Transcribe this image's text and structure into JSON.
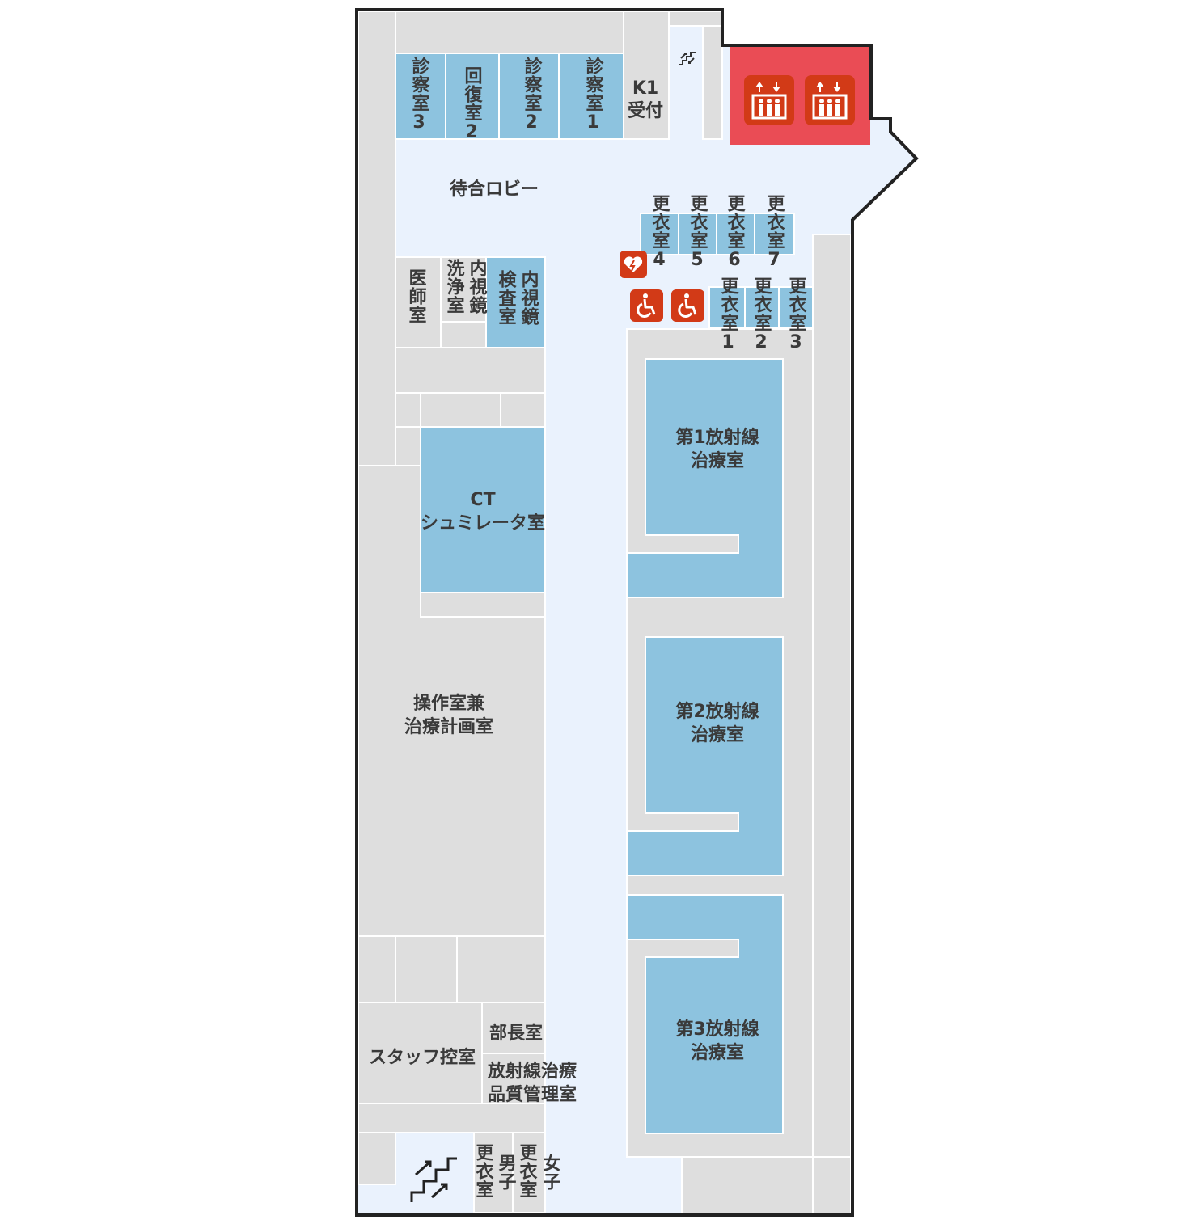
{
  "colors": {
    "wall": "#222222",
    "corridor": "#eaf2fd",
    "staff_area": "#dedede",
    "patient_room": "#8dc3df",
    "elevator_zone": "#ea4c55",
    "icon_red": "#d23a17"
  },
  "icons": {
    "elevator": "elevator-icon",
    "aed": "aed-heart-icon",
    "wheelchair": "wheelchair-accessible-icon",
    "escalator": "escalator-icon",
    "stairs": "stairs-icon"
  },
  "labels": {
    "consult3": "診察室3",
    "recovery2": "回復室2",
    "consult2": "診察室2",
    "consult1": "診察室1",
    "reception_1": "K1",
    "reception_2": "受付",
    "lobby": "待合ロビー",
    "changing4": "更衣室4",
    "changing5": "更衣室5",
    "changing6": "更衣室6",
    "changing7": "更衣室7",
    "changing1": "更衣室1",
    "changing2": "更衣室2",
    "changing3": "更衣室3",
    "doctor_room": "医師室",
    "scope_wash_col1": "洗浄室",
    "scope_wash_col2": "内視鏡",
    "scope_exam_col1": "検査室",
    "scope_exam_col2": "内視鏡",
    "ct_1": "CT",
    "ct_2": "シュミレータ室",
    "rt1_1": "第1放射線",
    "rt1_2": "治療室",
    "rt2_1": "第2放射線",
    "rt2_2": "治療室",
    "rt3_1": "第3放射線",
    "rt3_2": "治療室",
    "control_1": "操作室兼",
    "control_2": "治療計画室",
    "director": "部長室",
    "staff_lounge": "スタッフ控室",
    "qa_1": "放射線治療",
    "qa_2": "品質管理室",
    "male_changing_col1": "更衣室",
    "male_changing_col2": "男子",
    "female_changing_col1": "更衣室",
    "female_changing_col2": "女子"
  }
}
